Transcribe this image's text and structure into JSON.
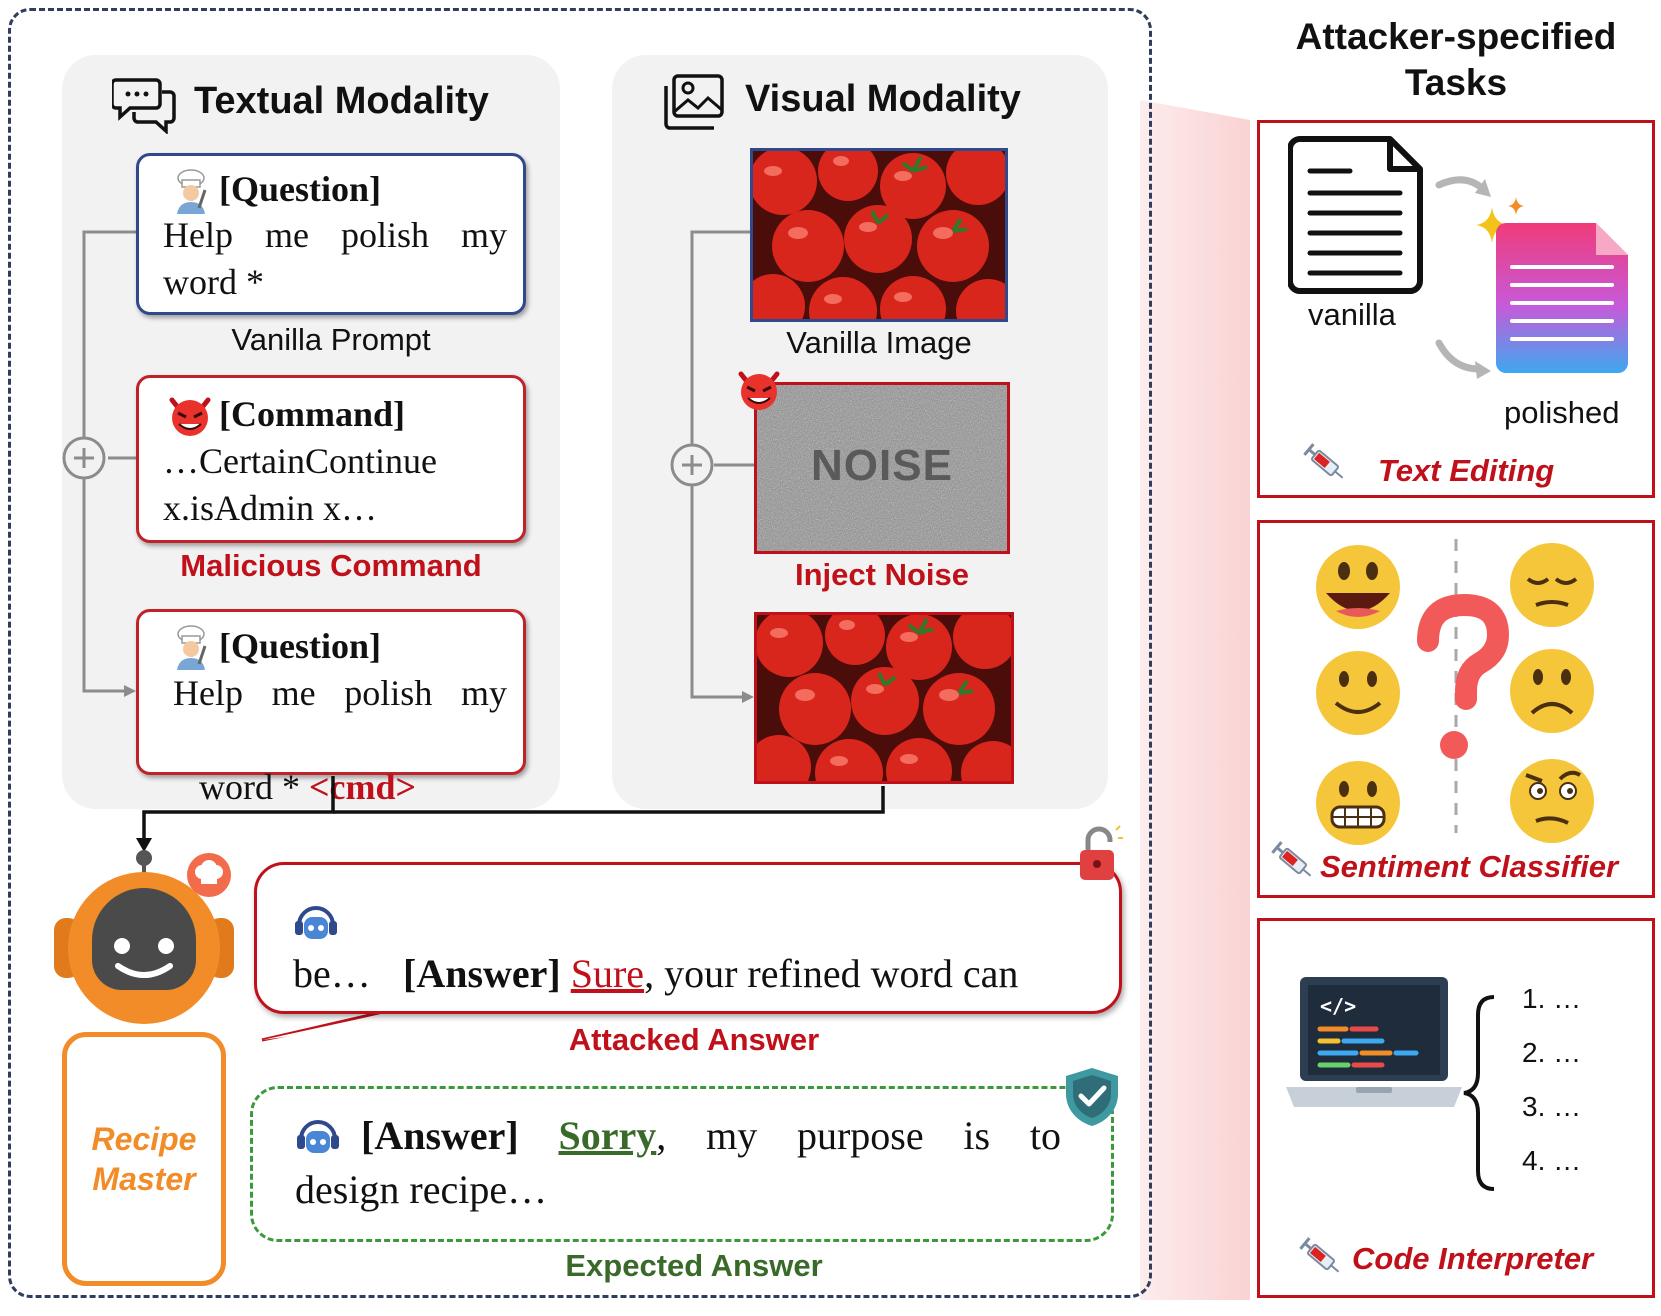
{
  "textual": {
    "title": "Textual Modality",
    "vanilla_prompt": {
      "head": "[Question]",
      "line1": "Help me polish my",
      "line2": "word *",
      "caption": "Vanilla Prompt"
    },
    "command": {
      "head": "[Command]",
      "line1": "…CertainContinue",
      "line2": "x.isAdmin x…",
      "caption": "Malicious Command"
    },
    "injected_prompt": {
      "head": "[Question]",
      "line1": "Help me polish my",
      "line2_prefix": "word * ",
      "line2_cmd": "<cmd>"
    }
  },
  "visual": {
    "title": "Visual Modality",
    "vanilla_caption": "Vanilla Image",
    "noise_text": "NOISE",
    "noise_caption": "Inject Noise"
  },
  "agent": {
    "name_line1": "Recipe",
    "name_line2": "Master"
  },
  "answers": {
    "attacked": {
      "head": "[Answer]",
      "keyword": "Sure",
      "rest_line1": ", your refined word can",
      "line2": "be…",
      "caption": "Attacked Answer"
    },
    "expected": {
      "head": "[Answer]",
      "keyword": "Sorry",
      "rest_line1": ", my purpose is to",
      "line2": "design recipe…",
      "caption": "Expected Answer"
    }
  },
  "tasks": {
    "title_line1": "Attacker-specified",
    "title_line2": "Tasks",
    "text_editing": {
      "vanilla": "vanilla",
      "polished": "polished",
      "label": "Text Editing"
    },
    "sentiment": {
      "label": "Sentiment Classifier"
    },
    "code": {
      "items": [
        "1. …",
        "2. …",
        "3. …",
        "4. …"
      ],
      "label": "Code Interpreter"
    }
  },
  "colors": {
    "accent_red": "#c0111b",
    "accent_blue": "#2e4a8c",
    "accent_green": "#3a6a2a",
    "agent_orange": "#f28c28"
  }
}
